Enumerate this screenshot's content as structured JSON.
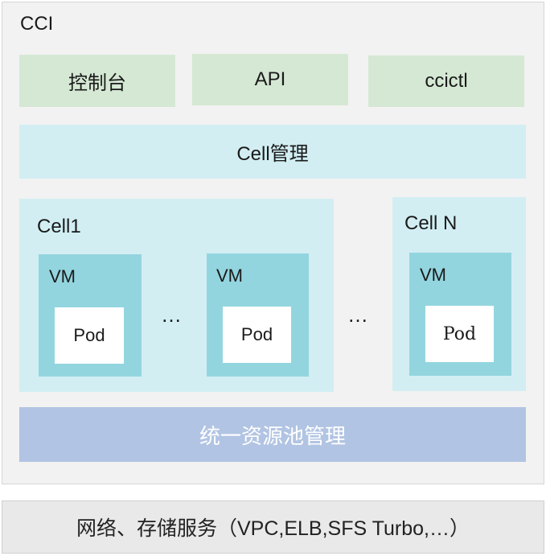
{
  "title": "CCI",
  "top_row": [
    "控制台",
    "API",
    "ccictl"
  ],
  "cell_management": "Cell管理",
  "cells": [
    {
      "label": "Cell1",
      "vms": [
        {
          "label": "VM",
          "pod": "Pod"
        },
        {
          "label": "VM",
          "pod": "Pod"
        }
      ],
      "ellipsis": "…"
    },
    {
      "label": "Cell N",
      "vms": [
        {
          "label": "VM",
          "pod": "Pod"
        }
      ]
    }
  ],
  "between_cells_ellipsis": "…",
  "resource_pool": "统一资源池管理",
  "bottom_bar": "网络、存储服务（VPC,ELB,SFS Turbo,…）",
  "colors": {
    "green": "#d5e8d4",
    "light_cyan": "#d2eef3",
    "vm_cyan": "#93d5df",
    "pool_blue": "#b1c4e3",
    "outer_gray": "#f2f2f2",
    "bottom_gray": "#e9e9e9"
  }
}
